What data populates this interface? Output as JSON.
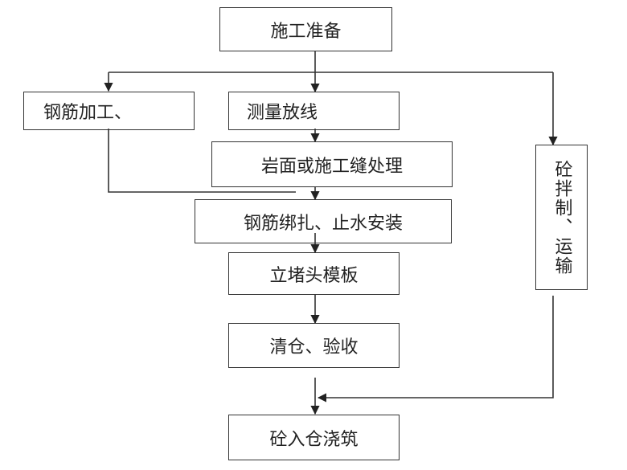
{
  "diagram": {
    "type": "flowchart",
    "nodes": {
      "prep": "施工准备",
      "rebar_processing": "钢筋加工、",
      "survey": "测量放线",
      "rock_joint": "岩面或施工缝处理",
      "rebar_tying": "钢筋绑扎、止水安装",
      "formwork": "立堵头模板",
      "clean_inspect": "清仓、验收",
      "concrete_mixing": "砼拌制、运输",
      "pouring": "砼入仓浇筑"
    },
    "edges": [
      {
        "from": "施工准备",
        "to": "测量放线"
      },
      {
        "from": "施工准备",
        "to": "钢筋加工、"
      },
      {
        "from": "施工准备",
        "to": "砼拌制、运输"
      },
      {
        "from": "测量放线",
        "to": "岩面或施工缝处理"
      },
      {
        "from": "岩面或施工缝处理",
        "to": "钢筋绑扎、止水安装"
      },
      {
        "from": "钢筋加工、",
        "to": "钢筋绑扎、止水安装"
      },
      {
        "from": "钢筋绑扎、止水安装",
        "to": "立堵头模板"
      },
      {
        "from": "立堵头模板",
        "to": "清仓、验收"
      },
      {
        "from": "清仓、验收",
        "to": "砼入仓浇筑"
      },
      {
        "from": "砼拌制、运输",
        "to": "砼入仓浇筑"
      }
    ],
    "line_color": "#333333"
  }
}
